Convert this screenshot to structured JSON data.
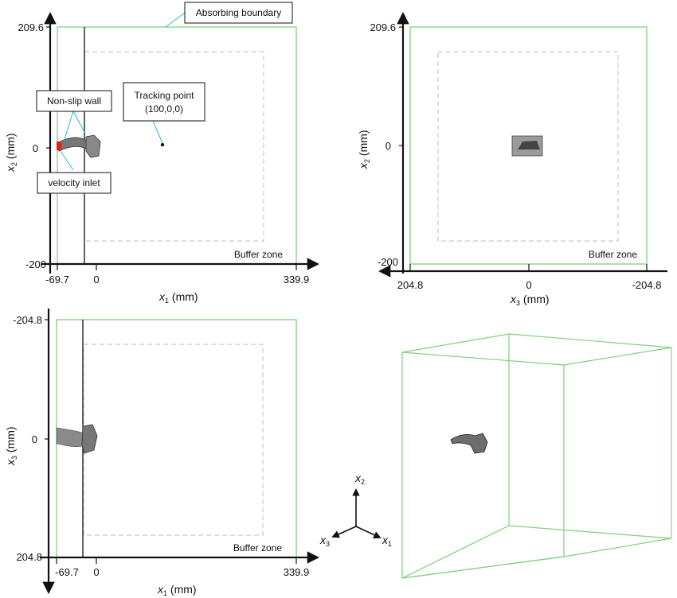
{
  "colors": {
    "absorbing_boundary": "#7fd07f",
    "buffer_zone": "#c8c8c8",
    "leader": "#2bb8d6",
    "velocity_inlet": "#e0201c",
    "geometry": "#555555"
  },
  "panel_xy": {
    "x_ticks": [
      "-69.7",
      "0",
      "339.9"
    ],
    "y_ticks": [
      "209.6",
      "0",
      "-200"
    ],
    "x_axis_var": "x",
    "x_axis_sub": "1",
    "x_axis_unit": " (mm)",
    "y_axis_var": "x",
    "y_axis_sub": "2",
    "y_axis_unit": " (mm)",
    "buffer_label": "Buffer zone"
  },
  "panel_zy": {
    "x_ticks": [
      "204.8",
      "0",
      "-204.8"
    ],
    "y_ticks": [
      "209.6",
      "0",
      "-200"
    ],
    "x_axis_var": "x",
    "x_axis_sub": "3",
    "x_axis_unit": " (mm)",
    "y_axis_var": "x",
    "y_axis_sub": "2",
    "y_axis_unit": " (mm)",
    "buffer_label": "Buffer zone"
  },
  "panel_xz": {
    "x_ticks": [
      "-69.7",
      "0",
      "339.9"
    ],
    "y_ticks": [
      "-204.8",
      "0",
      "204.8"
    ],
    "x_axis_var": "x",
    "x_axis_sub": "1",
    "x_axis_unit": " (mm)",
    "y_axis_var": "x",
    "y_axis_sub": "3",
    "y_axis_unit": " (mm)",
    "buffer_label": "Buffer zone"
  },
  "annotations": {
    "absorbing_boundary": "Absorbing boundary",
    "non_slip_wall": "Non-slip wall",
    "tracking_point_line1": "Tracking point",
    "tracking_point_line2": "(100,0,0)",
    "velocity_inlet": "velocity inlet"
  },
  "triad": {
    "var": "x",
    "up_sub": "2",
    "left_sub": "3",
    "right_sub": "1"
  }
}
